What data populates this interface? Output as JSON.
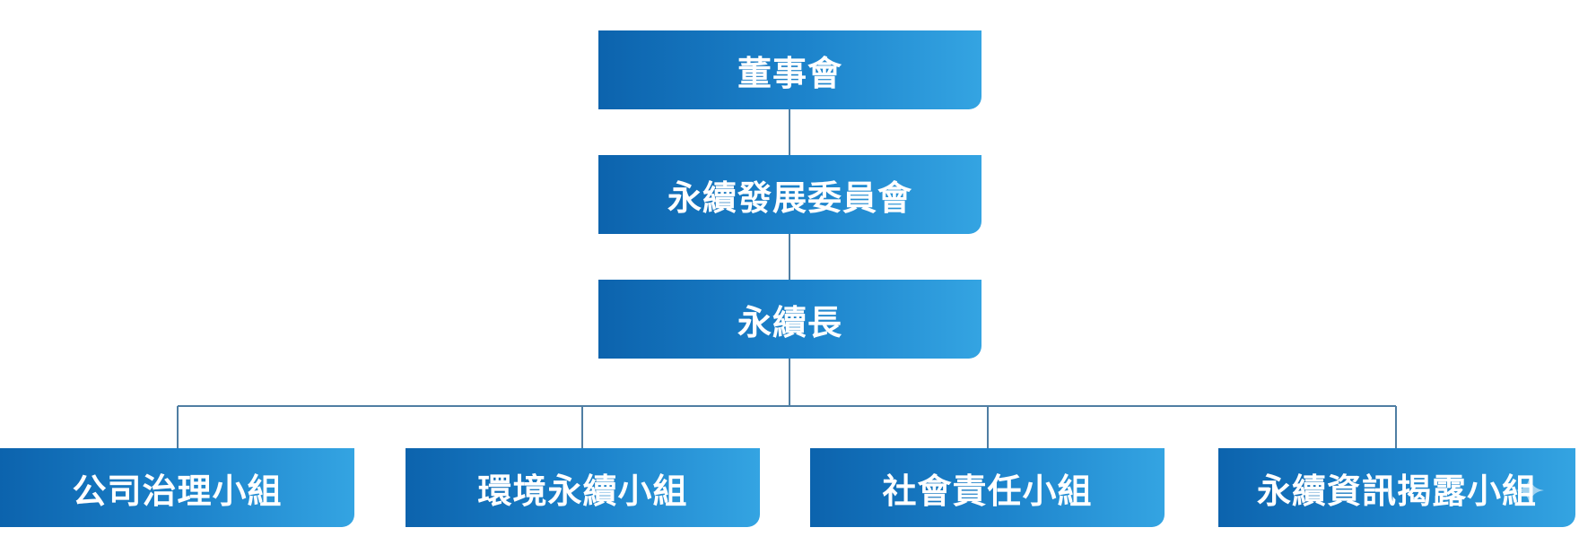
{
  "diagram": {
    "top_nodes": [
      {
        "label": "董事會"
      },
      {
        "label": "永續發展委員會"
      },
      {
        "label": "永續長"
      }
    ],
    "bottom_nodes": [
      {
        "label": "公司治理小組"
      },
      {
        "label": "環境永續小組"
      },
      {
        "label": "社會責任小組"
      },
      {
        "label": "永續資訊揭露小組"
      }
    ],
    "colors": {
      "node_gradient_start": "#0c63ad",
      "node_gradient_end": "#34a4e2",
      "node_text": "#ffffff",
      "connector": "#4f7ea3"
    },
    "decorative_icons": [
      "sparkle-icon"
    ]
  }
}
